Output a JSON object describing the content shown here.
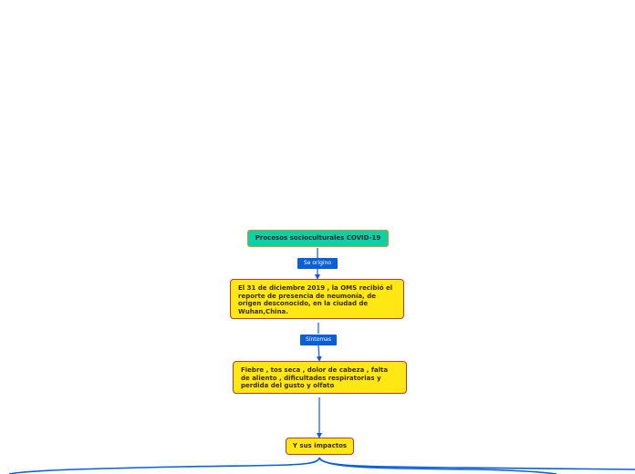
{
  "diagram": {
    "root": {
      "text": "Procesos socioculturales COVID-19"
    },
    "links": [
      {
        "label": "Se origino"
      },
      {
        "label": "Síntomas"
      }
    ],
    "nodes": [
      {
        "text": "El 31 de diciembre 2019 , la OMS recibió el reporte de presencia de neumonía, de origen desconocido, en la ciudad de Wuhan,China."
      },
      {
        "text": "Fiebre , tos seca , dolor de cabeza , falta de aliento , dificultades respiratorias y perdida del gusto y olfato"
      },
      {
        "text": "Y sus impactos"
      }
    ],
    "colors": {
      "root_fill": "#0fcfa6",
      "node_fill": "#ffe713",
      "node_border": "#c0392b",
      "connector": "#0b5fd6",
      "label_fill": "#0b5fd6"
    }
  }
}
